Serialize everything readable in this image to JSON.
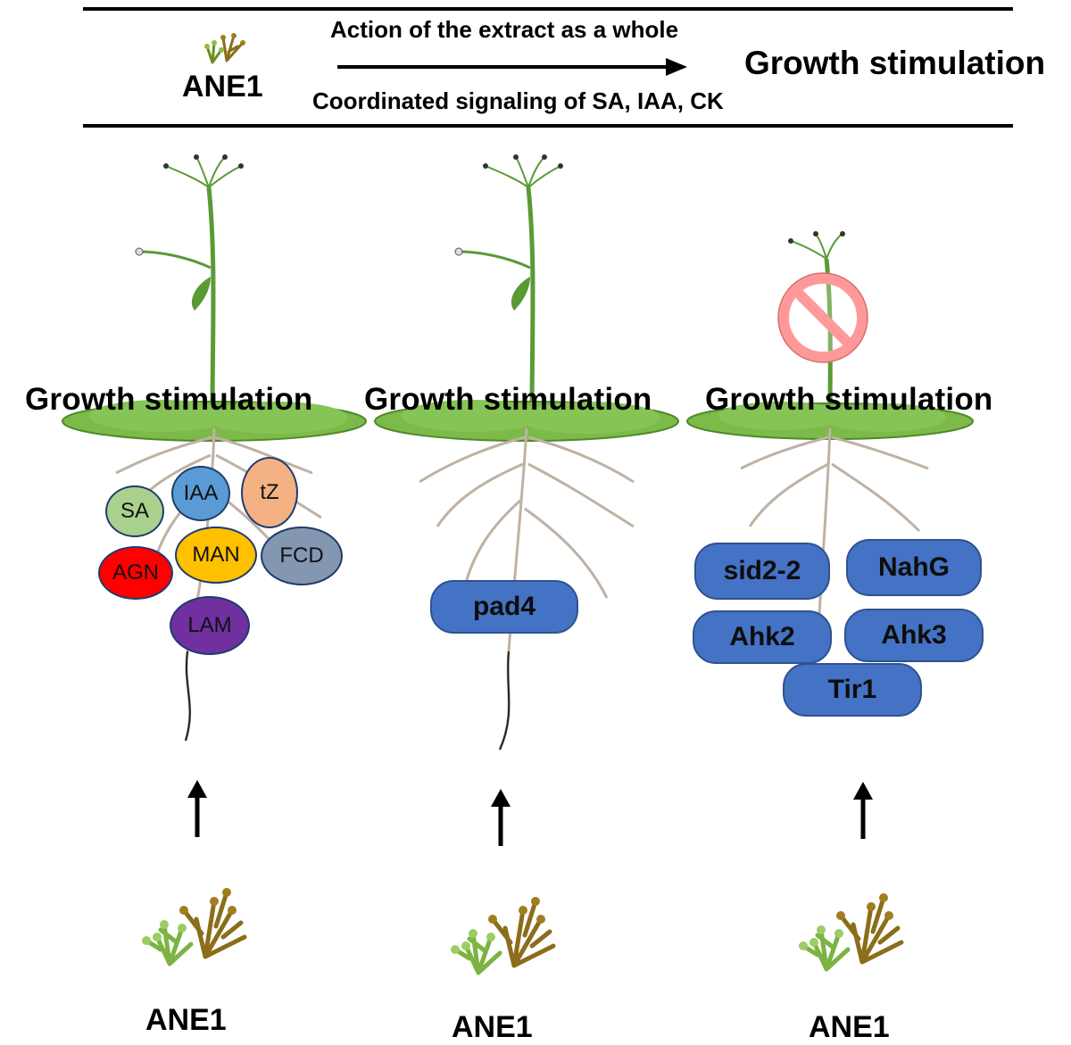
{
  "header": {
    "left_label": "ANE1",
    "arrow_top_text": "Action of the extract as a whole",
    "arrow_bottom_text": "Coordinated signaling of SA, IAA, CK",
    "result_text": "Growth stimulation"
  },
  "panels": [
    {
      "label": "Growth stimulation",
      "source_label": "ANE1",
      "nodes": [
        "SA",
        "IAA",
        "tZ",
        "AGN",
        "MAN",
        "FCD",
        "LAM"
      ]
    },
    {
      "label": "Growth stimulation",
      "source_label": "ANE1",
      "nodes": [
        "pad4"
      ]
    },
    {
      "label": "Growth stimulation",
      "source_label": "ANE1",
      "nodes": [
        "sid2-2",
        "NahG",
        "Ahk2",
        "Ahk3",
        "Tir1"
      ],
      "blocked": true
    }
  ],
  "colors": {
    "SA": "#a9d18e",
    "IAA": "#5b9bd5",
    "tZ": "#f4b183",
    "AGN": "#ff0000",
    "MAN": "#ffc000",
    "FCD": "#8497b0",
    "LAM": "#7030a0",
    "mutant_pill": "#4472c4",
    "plant_green": "#6aab3a",
    "root": "#bfb2a3",
    "prohibit": "#ff9999"
  },
  "icons": [
    "seaweed-icon",
    "up-arrow-icon",
    "prohibited-icon",
    "plant-icon"
  ]
}
